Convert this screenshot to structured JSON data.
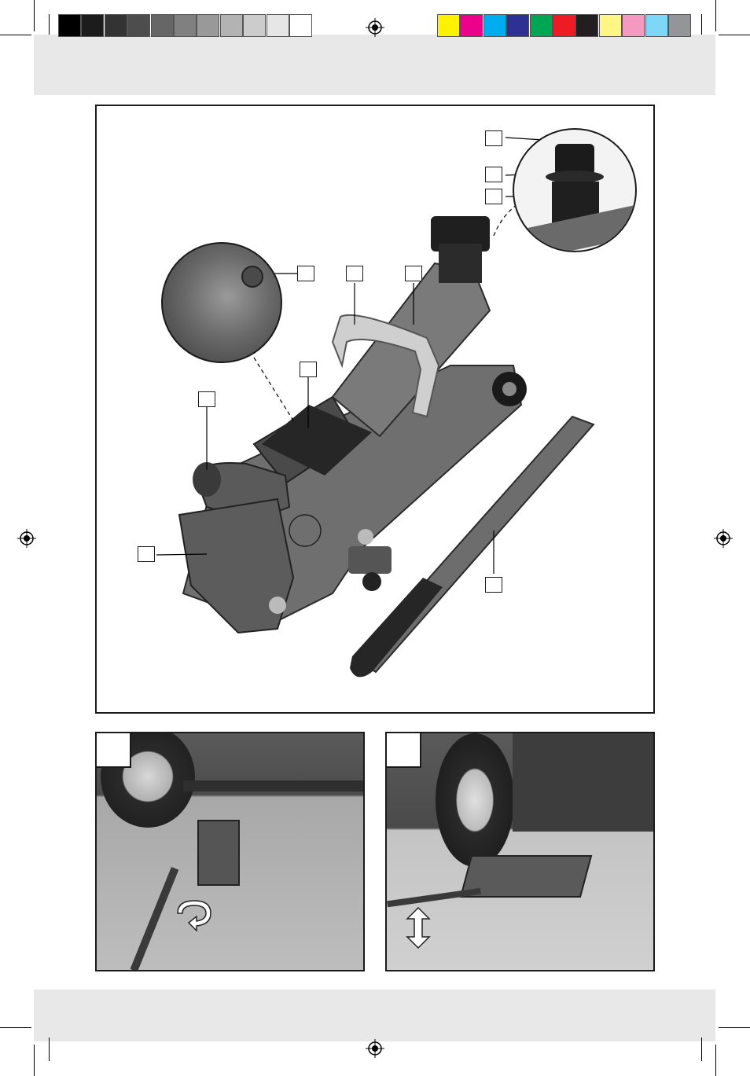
{
  "colors": {
    "grayscale_bar": [
      "#000000",
      "#1c1c1c",
      "#333333",
      "#4d4d4d",
      "#666666",
      "#808080",
      "#999999",
      "#b3b3b3",
      "#cccccc",
      "#e6e6e6",
      "#ffffff"
    ],
    "process_bar": [
      "#fff200",
      "#ec008c",
      "#00aeef",
      "#2e3192",
      "#00a651",
      "#ed1c24",
      "#231f20",
      "#fff685",
      "#f49ac1",
      "#7fd7f7",
      "#939598"
    ],
    "band": "#e8e8e8",
    "frame": "#1a1a1a",
    "jack_body": "#6b6b6b",
    "handle_grip": "#2a2a2a"
  },
  "icons": {
    "registration_marks": [
      "registration-mark-top",
      "registration-mark-left",
      "registration-mark-right",
      "registration-mark-bottom"
    ],
    "rotate_arrow": "rotate-arrow-icon",
    "up_down_arrow": "up-down-arrow-icon"
  }
}
